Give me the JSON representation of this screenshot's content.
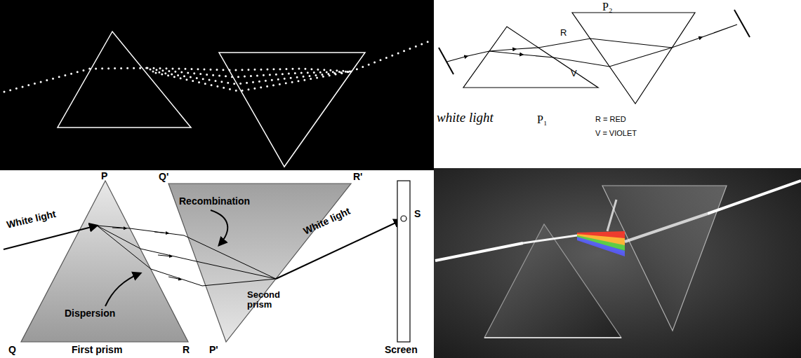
{
  "diagram": {
    "labels": [
      "P₂",
      "R",
      "V",
      "white light",
      "P₁",
      "R = RED",
      "V = VIOLET",
      "P",
      "Q'",
      "R'",
      "Recombination",
      "White light",
      "S",
      "White light",
      "Dispersion",
      "Second prism",
      "Q",
      "First prism",
      "R",
      "P'",
      "Screen"
    ]
  }
}
